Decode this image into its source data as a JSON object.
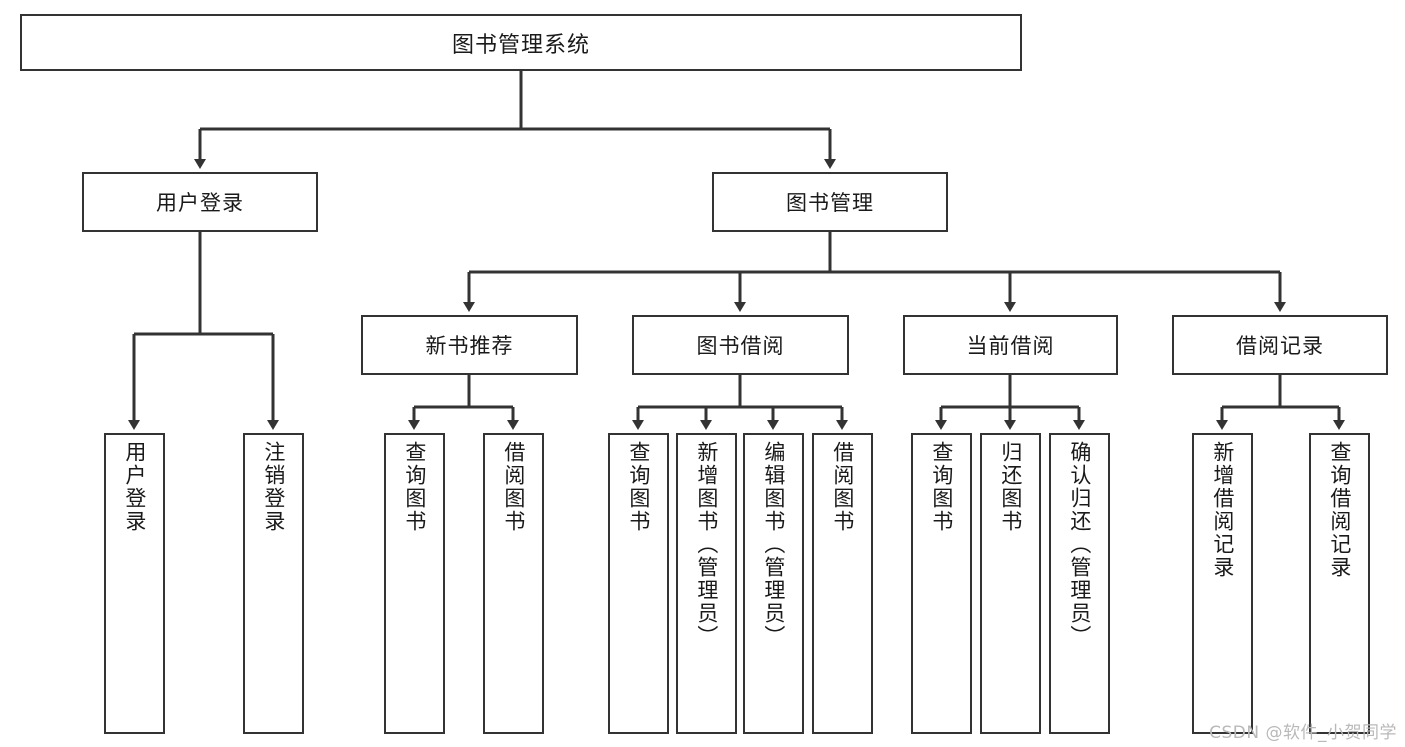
{
  "diagram": {
    "type": "tree",
    "title": "图书管理系统",
    "watermark": "CSDN @软件_小贺同学",
    "colors": {
      "stroke": "#333333",
      "fill": "#ffffff",
      "text": "#1a1a1a",
      "watermark": "#b9b9b9"
    },
    "nodes": {
      "root": {
        "label": "图书管理系统",
        "orientation": "horizontal"
      },
      "l2": [
        {
          "label": "用户登录",
          "orientation": "horizontal"
        },
        {
          "label": "图书管理",
          "orientation": "horizontal"
        }
      ],
      "l3": [
        {
          "label": "新书推荐",
          "orientation": "horizontal"
        },
        {
          "label": "图书借阅",
          "orientation": "horizontal"
        },
        {
          "label": "当前借阅",
          "orientation": "horizontal"
        },
        {
          "label": "借阅记录",
          "orientation": "horizontal"
        }
      ],
      "leaves_user_login": [
        {
          "label": "用户登录",
          "orientation": "vertical"
        },
        {
          "label": "注销登录",
          "orientation": "vertical"
        }
      ],
      "leaves_new_books": [
        {
          "label": "查询图书",
          "orientation": "vertical"
        },
        {
          "label": "借阅图书",
          "orientation": "vertical"
        }
      ],
      "leaves_borrow": [
        {
          "label": "查询图书",
          "orientation": "vertical"
        },
        {
          "label": "新增图书（管理员）",
          "orientation": "vertical"
        },
        {
          "label": "编辑图书（管理员）",
          "orientation": "vertical"
        },
        {
          "label": "借阅图书",
          "orientation": "vertical"
        }
      ],
      "leaves_current": [
        {
          "label": "查询图书",
          "orientation": "vertical"
        },
        {
          "label": "归还图书",
          "orientation": "vertical"
        },
        {
          "label": "确认归还（管理员）",
          "orientation": "vertical"
        }
      ],
      "leaves_records": [
        {
          "label": "新增借阅记录",
          "orientation": "vertical"
        },
        {
          "label": "查询借阅记录",
          "orientation": "vertical"
        }
      ]
    },
    "edges": [
      {
        "from": "图书管理系统",
        "to": "用户登录"
      },
      {
        "from": "图书管理系统",
        "to": "图书管理"
      },
      {
        "from": "图书管理",
        "to": "新书推荐"
      },
      {
        "from": "图书管理",
        "to": "图书借阅"
      },
      {
        "from": "图书管理",
        "to": "当前借阅"
      },
      {
        "from": "图书管理",
        "to": "借阅记录"
      },
      {
        "from": "用户登录",
        "to": "用户登录"
      },
      {
        "from": "用户登录",
        "to": "注销登录"
      },
      {
        "from": "新书推荐",
        "to": "查询图书"
      },
      {
        "from": "新书推荐",
        "to": "借阅图书"
      },
      {
        "from": "图书借阅",
        "to": "查询图书"
      },
      {
        "from": "图书借阅",
        "to": "新增图书（管理员）"
      },
      {
        "from": "图书借阅",
        "to": "编辑图书（管理员）"
      },
      {
        "from": "图书借阅",
        "to": "借阅图书"
      },
      {
        "from": "当前借阅",
        "to": "查询图书"
      },
      {
        "from": "当前借阅",
        "to": "归还图书"
      },
      {
        "from": "当前借阅",
        "to": "确认归还（管理员）"
      },
      {
        "from": "借阅记录",
        "to": "新增借阅记录"
      },
      {
        "from": "借阅记录",
        "to": "查询借阅记录"
      }
    ]
  }
}
